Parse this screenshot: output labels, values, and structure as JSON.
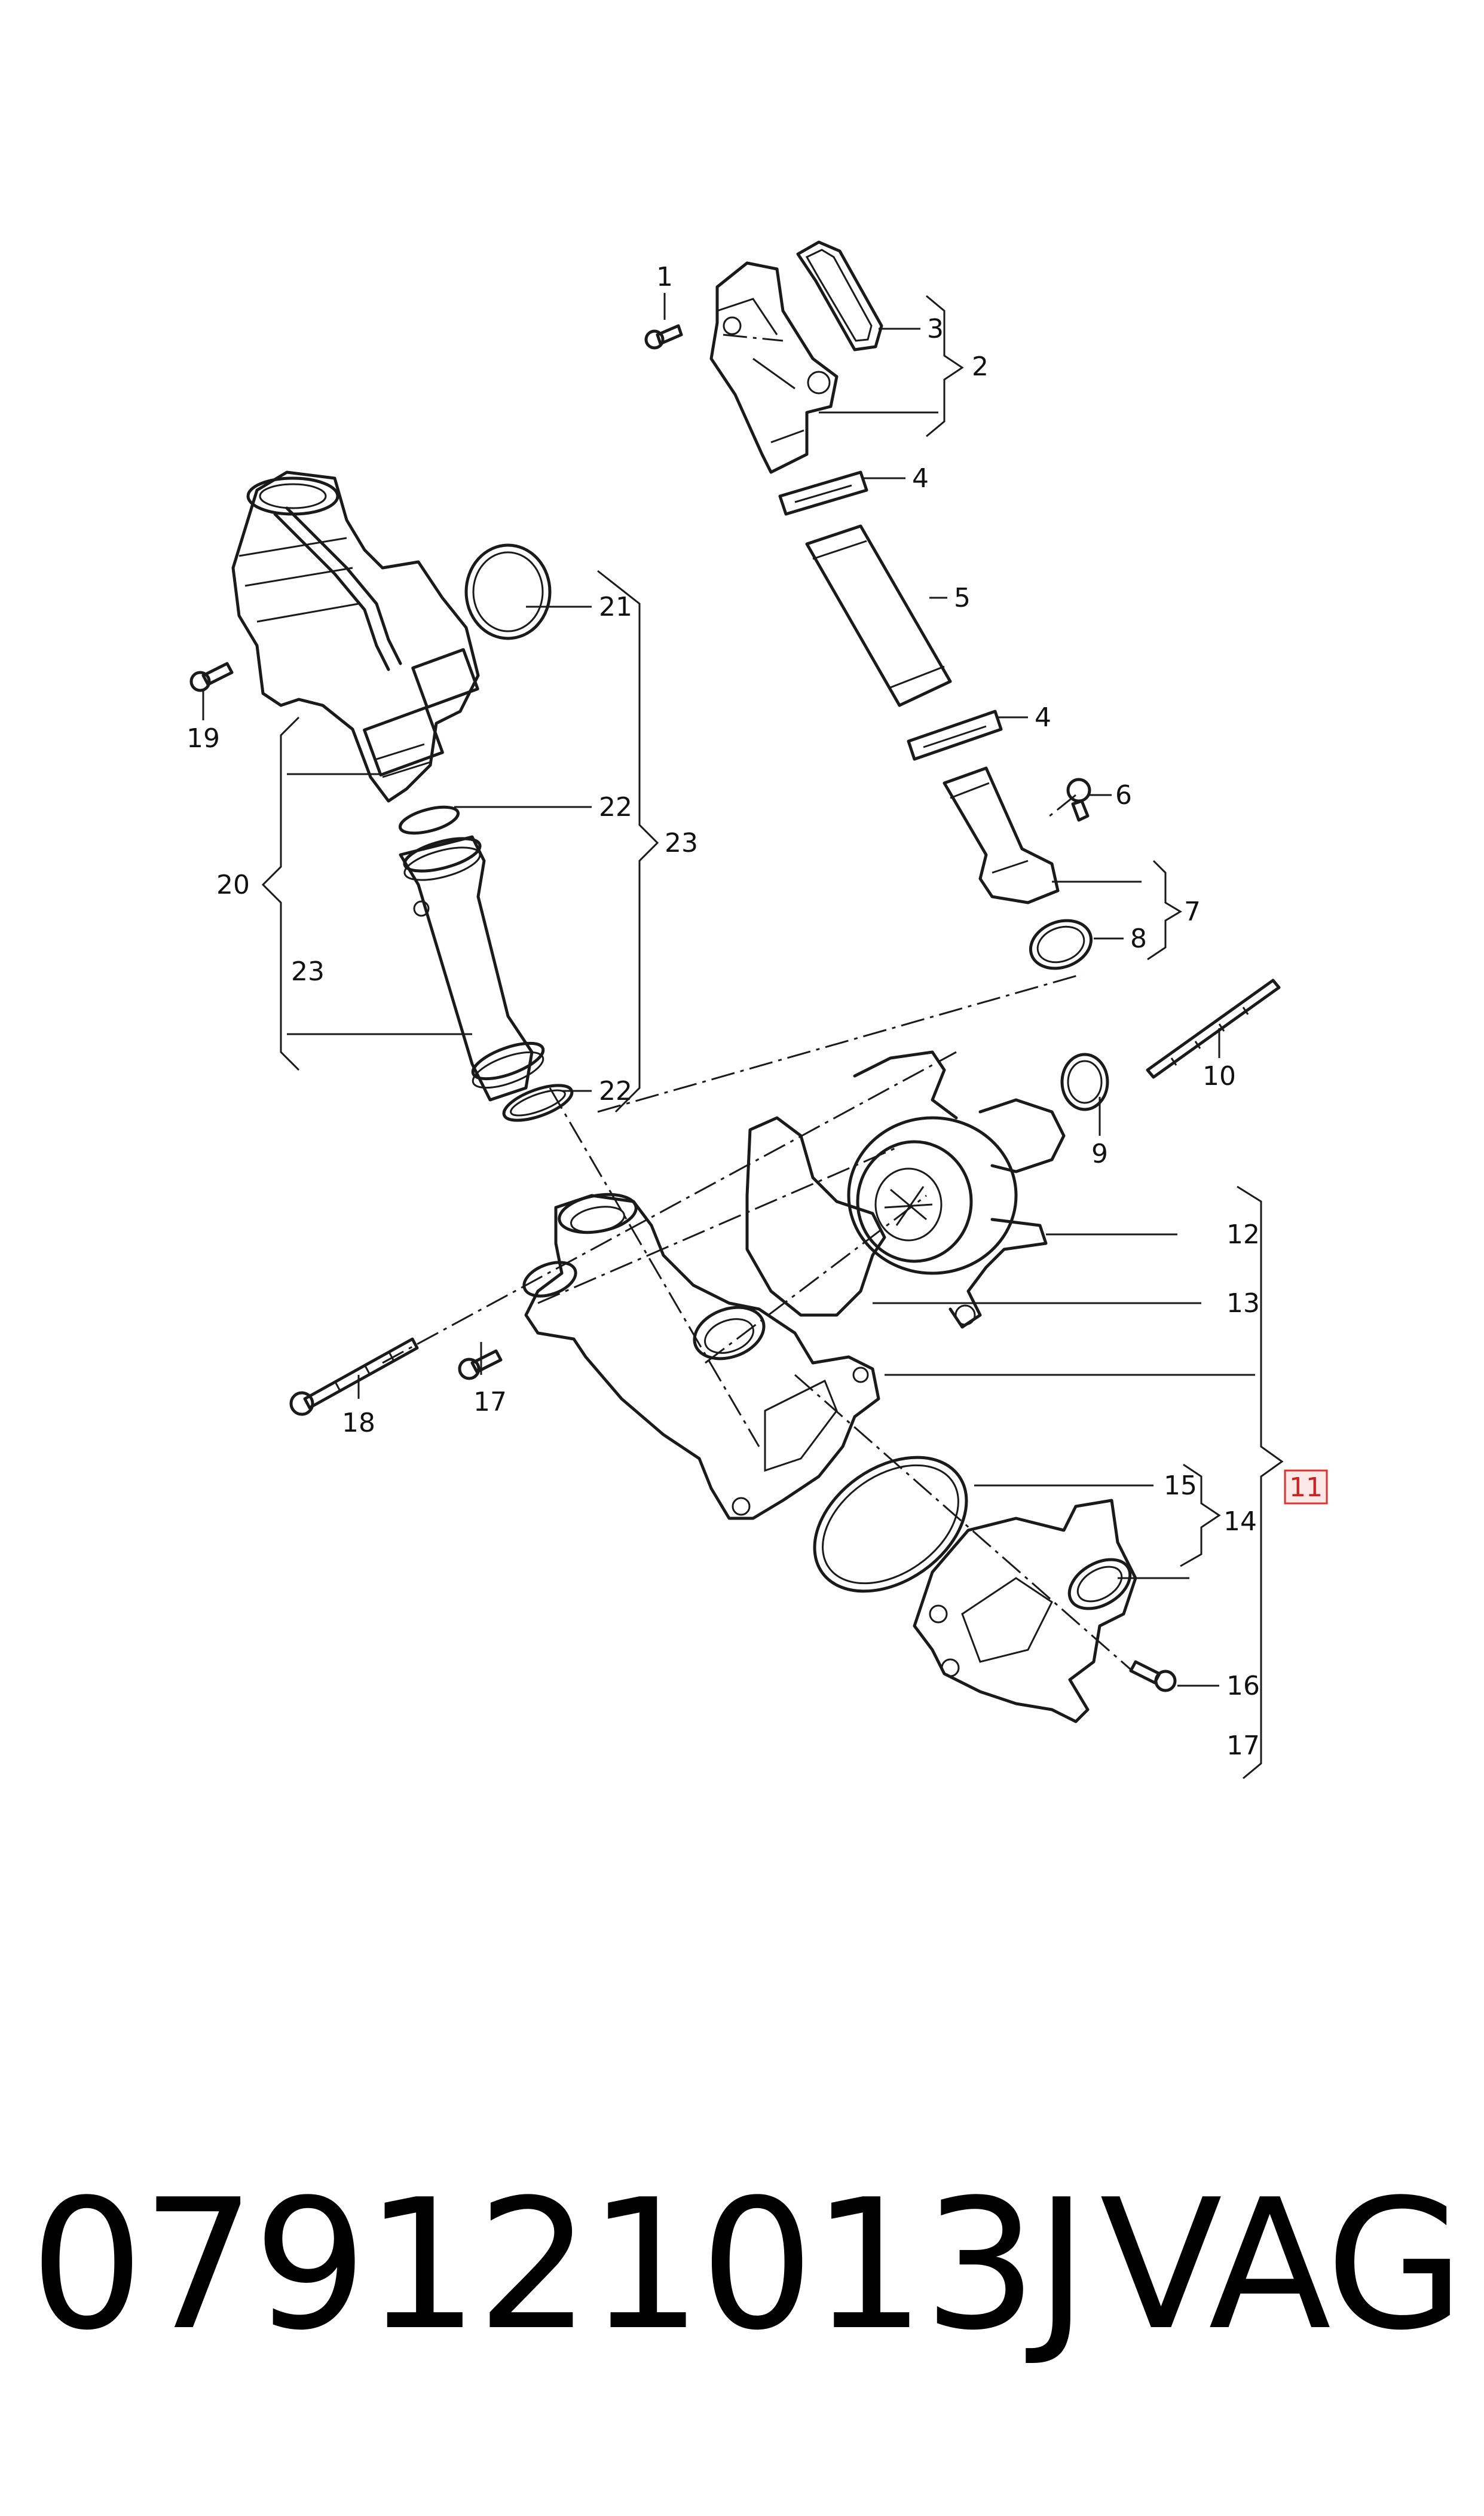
{
  "callouts": {
    "c1": "1",
    "c2": "2",
    "c3": "3",
    "c4a": "4",
    "c4b": "4",
    "c5": "5",
    "c6": "6",
    "c7": "7",
    "c8": "8",
    "c9": "9",
    "c10": "10",
    "c11": "11",
    "c12": "12",
    "c13": "13",
    "c14": "14",
    "c15": "15",
    "c16": "16",
    "c17a": "17",
    "c17b": "17",
    "c18": "18",
    "c19": "19",
    "c20": "20",
    "c21": "21",
    "c22a": "22",
    "c22b": "22",
    "c23a": "23",
    "c23b": "23"
  },
  "highlight_color": "#e03030",
  "footer": {
    "part_number": "079121013J",
    "brand": "VAG"
  }
}
